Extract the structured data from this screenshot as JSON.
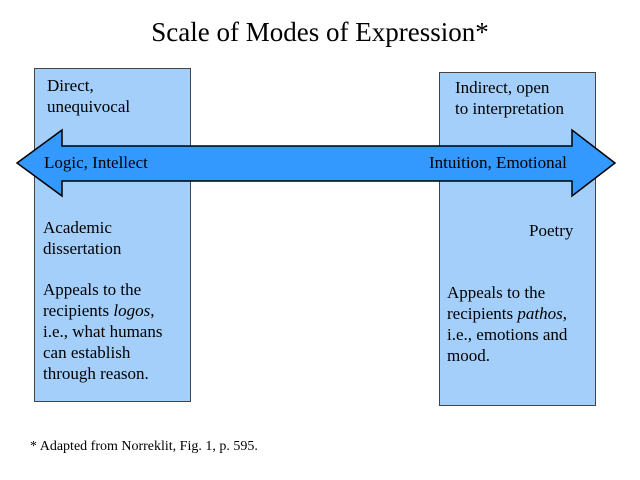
{
  "title": "Scale of Modes of Expression*",
  "left_box": {
    "header_line1": "Direct,",
    "header_line2": "unequivocal",
    "example_line1": "Academic",
    "example_line2": "dissertation",
    "appeal_line1": "Appeals to the",
    "appeal_line2_pre": "recipients ",
    "appeal_line2_em": "logos",
    "appeal_line2_post": ",",
    "appeal_line3": "i.e., what humans",
    "appeal_line4": "can establish",
    "appeal_line5": "through reason."
  },
  "right_box": {
    "header_line1": "Indirect, open",
    "header_line2": "to interpretation",
    "example": "Poetry",
    "appeal_line1": "Appeals to the",
    "appeal_line2_pre": "recipients ",
    "appeal_line2_em": "pathos",
    "appeal_line2_post": ",",
    "appeal_line3": "i.e., emotions and",
    "appeal_line4": "mood."
  },
  "arrow": {
    "left_label": "Logic, Intellect",
    "right_label": "Intuition, Emotional",
    "fill_color": "#3399ff",
    "stroke_color": "#000000"
  },
  "colors": {
    "box_fill": "#a3cffa"
  },
  "footnote": "* Adapted from Norreklit, Fig. 1, p. 595."
}
